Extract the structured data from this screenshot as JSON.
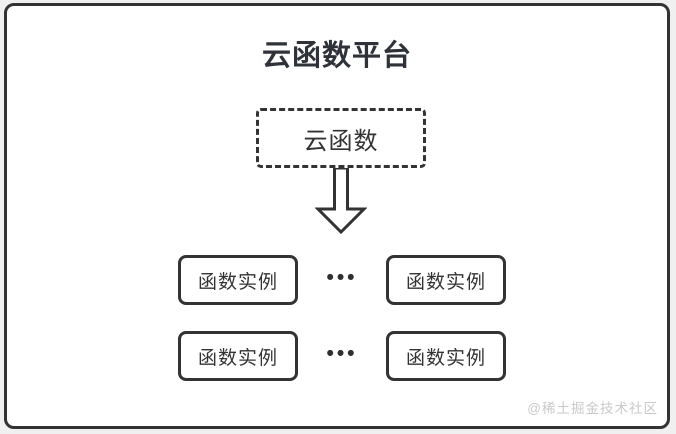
{
  "diagram": {
    "title": "云函数平台",
    "root_node": {
      "label": "云函数",
      "style": "dashed-outline"
    },
    "arrow_icon": "down-arrow-icon",
    "rows": [
      {
        "left": "函数实例",
        "dots": "•••",
        "right": "函数实例"
      },
      {
        "left": "函数实例",
        "dots": "•••",
        "right": "函数实例"
      }
    ],
    "watermark": "@稀土掘金技术社区",
    "colors": {
      "outline": "#333333",
      "text": "#333333",
      "title_text": "#2f3238",
      "watermark": "#c9c9c9",
      "card_background": "#ffffff",
      "page_background": "#f0f0f0"
    }
  }
}
